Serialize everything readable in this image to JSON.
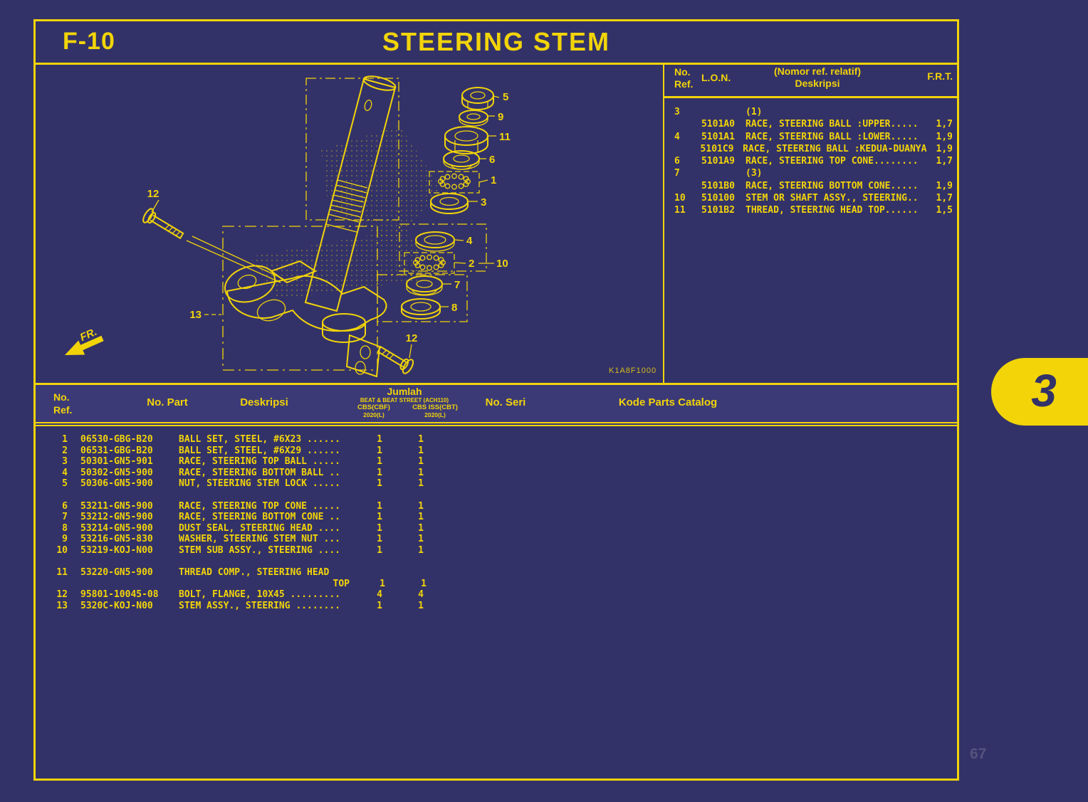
{
  "page": {
    "section_code": "F-10",
    "title": "STEERING STEM",
    "tab_label": "3",
    "page_number": "67"
  },
  "colors": {
    "background": "#333268",
    "accent": "#F2D409"
  },
  "lon_table": {
    "headers": {
      "ref_line1": "No.",
      "ref_line2": "Ref.",
      "lon": "L.O.N.",
      "desc_line1": "(Nomor ref. relatif)",
      "desc_line2": "Deskripsi",
      "frt": "F.R.T."
    },
    "rows": [
      {
        "ref": "3",
        "lon": "",
        "desc": "(1)",
        "frt": ""
      },
      {
        "ref": "",
        "lon": "5101A0",
        "desc": "RACE, STEERING BALL :UPPER.....",
        "frt": "1,7"
      },
      {
        "ref": "4",
        "lon": "5101A1",
        "desc": "RACE, STEERING BALL :LOWER.....",
        "frt": "1,9"
      },
      {
        "ref": "",
        "lon": "5101C9",
        "desc": "RACE, STEERING BALL :KEDUA-DUANYA",
        "frt": "1,9"
      },
      {
        "ref": "6",
        "lon": "5101A9",
        "desc": "RACE, STEERING TOP CONE........",
        "frt": "1,7"
      },
      {
        "ref": "7",
        "lon": "",
        "desc": "(3)",
        "frt": ""
      },
      {
        "ref": "",
        "lon": "5101B0",
        "desc": "RACE, STEERING BOTTOM CONE.....",
        "frt": "1,9"
      },
      {
        "ref": "10",
        "lon": "510100",
        "desc": "STEM OR SHAFT ASSY., STEERING..",
        "frt": "1,7"
      },
      {
        "ref": "11",
        "lon": "5101B2",
        "desc": "THREAD, STEERING HEAD TOP......",
        "frt": "1,5"
      }
    ]
  },
  "parts_table": {
    "headers": {
      "ref_line1": "No.",
      "ref_line2": "Ref.",
      "part": "No. Part",
      "desc": "Deskripsi",
      "jumlah": "Jumlah",
      "jumlah_sub": "BEAT & BEAT STREET (ACH110)",
      "col1_line1": "CBS(CBF)",
      "col1_line2": "2020(L)",
      "col2_line1": "CBS ISS(CBT)",
      "col2_line2": "2020(L)",
      "seri": "No. Seri",
      "kode": "Kode Parts Catalog"
    },
    "rows": [
      {
        "ref": "1",
        "part": "06530-GBG-B20",
        "desc": "BALL SET, STEEL, #6X23 ......",
        "qty1": "1",
        "qty2": "1"
      },
      {
        "ref": "2",
        "part": "06531-GBG-B20",
        "desc": "BALL SET, STEEL, #6X29 ......",
        "qty1": "1",
        "qty2": "1"
      },
      {
        "ref": "3",
        "part": "50301-GN5-901",
        "desc": "RACE, STEERING TOP BALL .....",
        "qty1": "1",
        "qty2": "1"
      },
      {
        "ref": "4",
        "part": "50302-GN5-900",
        "desc": "RACE, STEERING BOTTOM BALL ..",
        "qty1": "1",
        "qty2": "1"
      },
      {
        "ref": "5",
        "part": "50306-GN5-900",
        "desc": "NUT, STEERING STEM LOCK .....",
        "qty1": "1",
        "qty2": "1"
      },
      {
        "gap": true
      },
      {
        "ref": "6",
        "part": "53211-GN5-900",
        "desc": "RACE, STEERING TOP CONE .....",
        "qty1": "1",
        "qty2": "1"
      },
      {
        "ref": "7",
        "part": "53212-GN5-900",
        "desc": "RACE, STEERING BOTTOM CONE ..",
        "qty1": "1",
        "qty2": "1"
      },
      {
        "ref": "8",
        "part": "53214-GN5-900",
        "desc": "DUST SEAL, STEERING HEAD ....",
        "qty1": "1",
        "qty2": "1"
      },
      {
        "ref": "9",
        "part": "53216-GN5-830",
        "desc": "WASHER, STEERING STEM NUT ...",
        "qty1": "1",
        "qty2": "1"
      },
      {
        "ref": "10",
        "part": "53219-KOJ-N00",
        "desc": "STEM SUB ASSY., STEERING ....",
        "qty1": "1",
        "qty2": "1"
      },
      {
        "gap": true
      },
      {
        "ref": "11",
        "part": "53220-GN5-900",
        "desc": "THREAD COMP., STEERING HEAD",
        "desc2": "TOP",
        "qty1": "1",
        "qty2": "1"
      },
      {
        "ref": "12",
        "part": "95801-10045-08",
        "desc": "BOLT, FLANGE, 10X45 .........",
        "qty1": "4",
        "qty2": "4"
      },
      {
        "ref": "13",
        "part": "5320C-KOJ-N00",
        "desc": "STEM ASSY., STEERING ........",
        "qty1": "1",
        "qty2": "1"
      }
    ]
  },
  "diagram": {
    "fr_label": "FR.",
    "ref_code": "K1A8F1000",
    "callouts": {
      "c1": "1",
      "c2": "2",
      "c3": "3",
      "c4": "4",
      "c5": "5",
      "c6": "6",
      "c7": "7",
      "c8": "8",
      "c9": "9",
      "c10": "10",
      "c11": "11",
      "c12a": "12",
      "c12b": "12",
      "c13": "13"
    }
  }
}
